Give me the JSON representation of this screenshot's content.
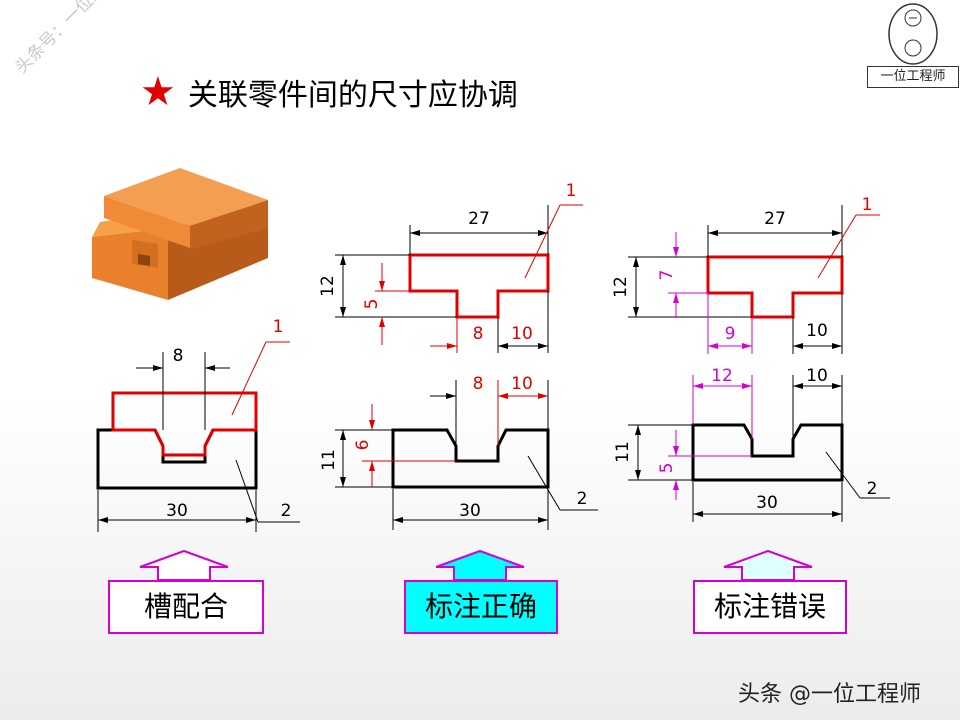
{
  "title": "关联零件间的尺寸应协调",
  "watermark_top": "头条号：一位工程师",
  "watermark_bottom": "头条 @一位工程师",
  "logo_text": "一位工程师",
  "colors": {
    "red": "#e00000",
    "magenta": "#d400d4",
    "cyan": "#00ffff",
    "orange": "#f07c1c"
  },
  "buttons": {
    "fit": "槽配合",
    "correct": "标注正确",
    "wrong": "标注错误"
  },
  "left": {
    "dim_top": "8",
    "dim_bottom": "30",
    "part1": "1",
    "part2": "2"
  },
  "middle": {
    "top_width": "27",
    "top_height": "12",
    "top_tongue": "5",
    "top_tongue_w": "8",
    "top_right": "10",
    "part1": "1",
    "bot_slot_w": "8",
    "bot_right": "10",
    "bot_height": "11",
    "bot_depth": "6",
    "bot_width": "30",
    "part2": "2"
  },
  "right": {
    "top_width": "27",
    "top_height": "12",
    "top_step": "7",
    "top_left": "9",
    "top_right": "10",
    "part1": "1",
    "bot_left": "12",
    "bot_right": "10",
    "bot_height": "11",
    "bot_depth": "5",
    "bot_width": "30",
    "part2": "2"
  }
}
